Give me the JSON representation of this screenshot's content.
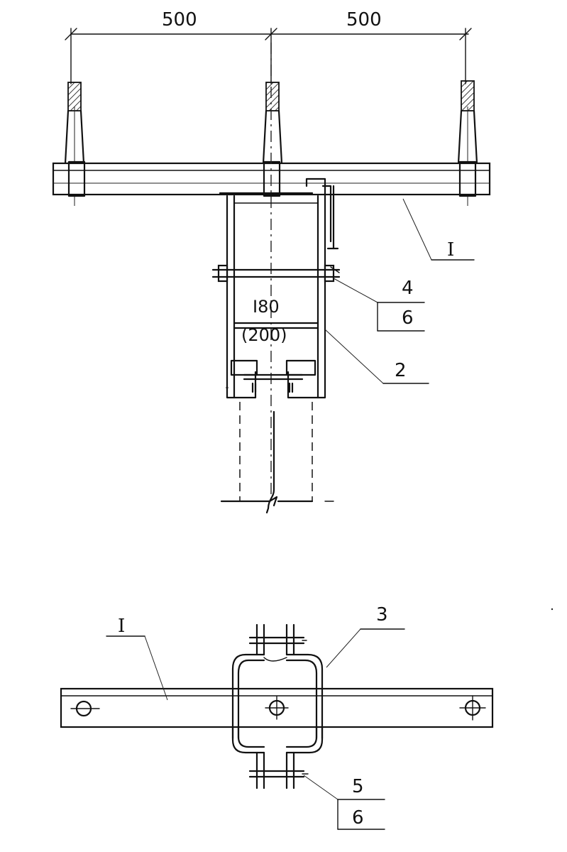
{
  "dimensions": {
    "left_span": "500",
    "right_span": "500"
  },
  "front_view": {
    "section_mark": "I",
    "column_size": "I80",
    "column_size_alt": "(200)",
    "callouts": {
      "upper_top": "4",
      "upper_bottom": "6",
      "lower": "2"
    }
  },
  "plan_view": {
    "section_mark": "I",
    "callouts": {
      "top": "3",
      "bottom_top": "5",
      "bottom_bottom": "6"
    }
  }
}
